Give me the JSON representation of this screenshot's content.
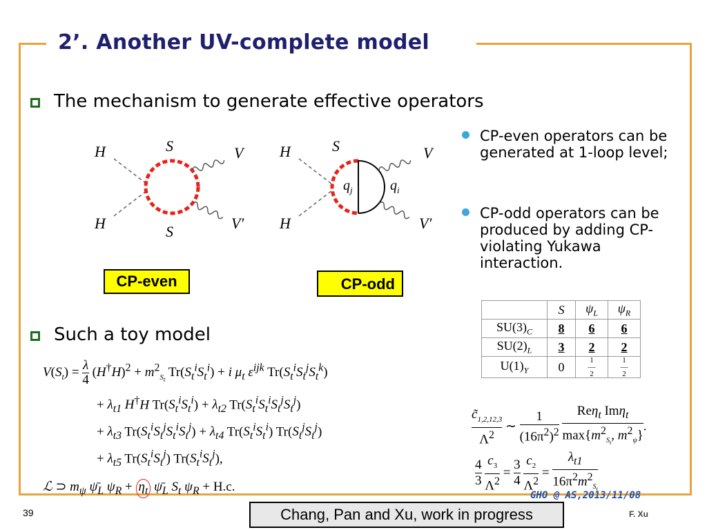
{
  "slide": {
    "title": "2’. Another UV-complete model",
    "section1": "The mechanism to generate effective operators",
    "section2": "Such a toy model",
    "bullets": [
      "CP-even operators can be generated at 1-loop level;",
      "CP-odd operators can be produced by adding CP-violating Yukawa interaction."
    ],
    "labels": {
      "cp_even": "CP-even",
      "cp_odd": "CP-odd"
    },
    "diagram1": {
      "h_top": "H",
      "h_bottom": "H",
      "s_top": "S",
      "s_bottom": "S",
      "v_top": "V",
      "v_bottom": "V′"
    },
    "diagram2": {
      "h_top": "H",
      "h_bottom": "H",
      "s_top": "S",
      "qj": "q",
      "qj_sub": "j",
      "qi": "q",
      "qi_sub": "i",
      "v_top": "V",
      "v_bottom": "V′"
    },
    "table": {
      "headers": [
        "",
        "S",
        "ψL",
        "ψR"
      ],
      "rows": [
        [
          "SU(3)C",
          "8",
          "6",
          "6"
        ],
        [
          "SU(2)L",
          "3",
          "2",
          "2"
        ],
        [
          "U(1)Y",
          "0",
          "1/2",
          "1/2"
        ]
      ]
    },
    "footer_credit": "GHO @ AS,2013/11/08",
    "page_number": "39",
    "author": "F. Xu",
    "citation": "Chang, Pan and Xu, work in progress"
  },
  "colors": {
    "frame": "#E8A33D",
    "title": "#1F1F6E",
    "scalar_loop": "#E8221B",
    "bullet_dot": "#3BA7DB",
    "label_bg": "#FFFF00"
  }
}
